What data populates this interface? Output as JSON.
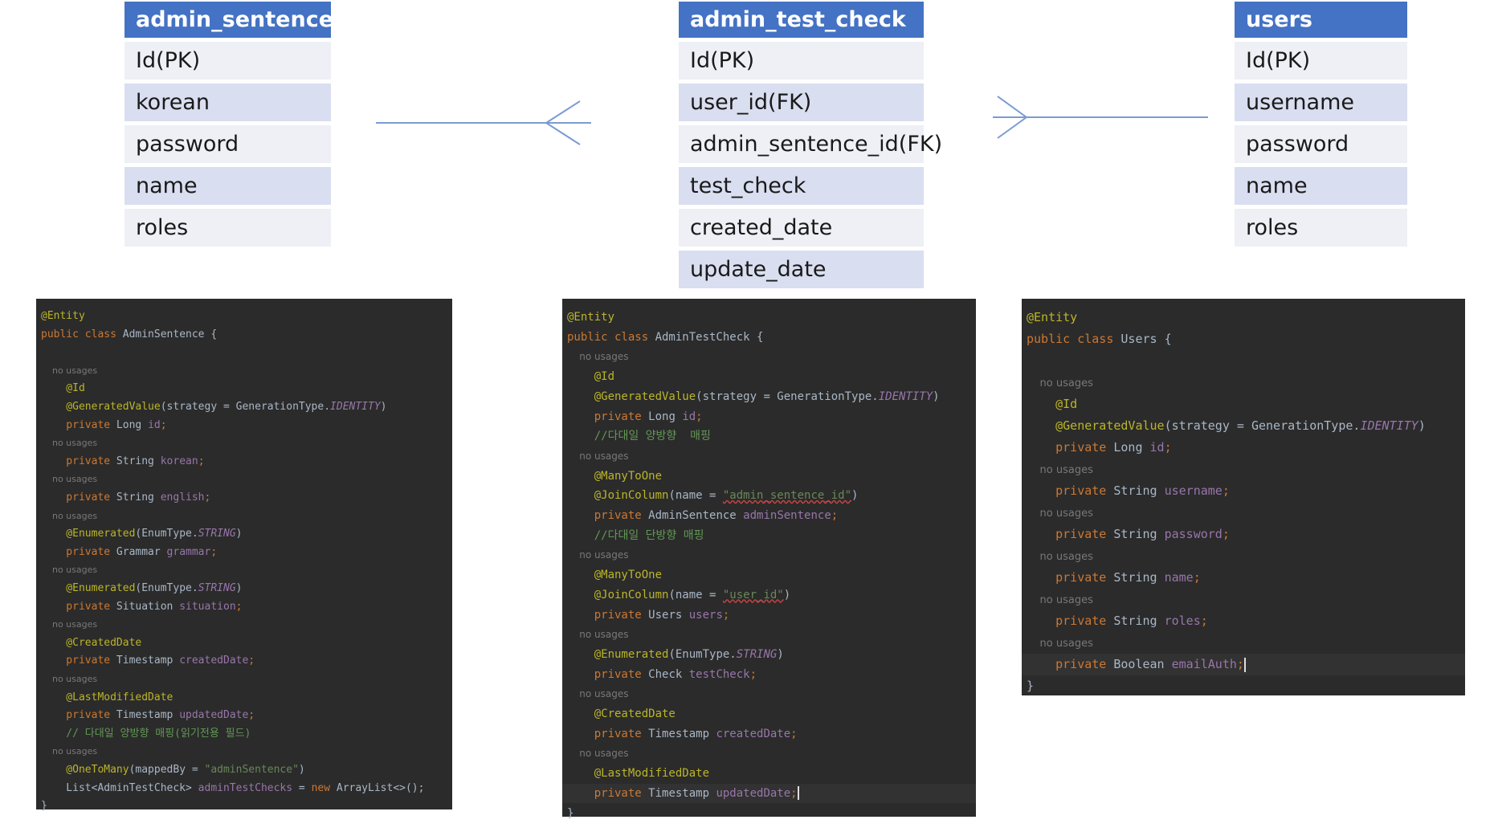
{
  "tables": [
    {
      "id": "admin_sentence",
      "title": "admin_sentence",
      "columns": [
        "Id(PK)",
        "korean",
        "password",
        "name",
        "roles"
      ]
    },
    {
      "id": "admin_test_check",
      "title": "admin_test_check",
      "columns": [
        "Id(PK)",
        "user_id(FK)",
        "admin_sentence_id(FK)",
        "test_check",
        "created_date",
        "update_date"
      ]
    },
    {
      "id": "users",
      "title": "users",
      "columns": [
        "Id(PK)",
        "username",
        "password",
        "name",
        "roles"
      ]
    }
  ],
  "relationships": [
    {
      "from": "admin_test_check",
      "to": "admin_sentence",
      "crow_foot_at": "admin_test_check"
    },
    {
      "from": "admin_test_check",
      "to": "users",
      "crow_foot_at": "admin_test_check"
    }
  ],
  "code_panels": [
    {
      "id": "admin-sentence-code",
      "lines": [
        [
          [
            "@Entity",
            "annotation"
          ]
        ],
        [
          [
            "public class ",
            "keyword"
          ],
          [
            "AdminSentence {",
            "plain"
          ]
        ],
        [],
        [
          [
            "    no usages",
            "hint"
          ]
        ],
        [
          [
            "    @Id",
            "annotation"
          ]
        ],
        [
          [
            "    @GeneratedValue",
            "annotation"
          ],
          [
            "(strategy = GenerationType.",
            "plain"
          ],
          [
            "IDENTITY",
            "italic"
          ],
          [
            ")",
            "plain"
          ]
        ],
        [
          [
            "    private ",
            "keyword"
          ],
          [
            "Long ",
            "plain"
          ],
          [
            "id",
            "field"
          ],
          [
            ";",
            "keyword"
          ]
        ],
        [
          [
            "    no usages",
            "hint"
          ]
        ],
        [
          [
            "    private ",
            "keyword"
          ],
          [
            "String ",
            "plain"
          ],
          [
            "korean",
            "field"
          ],
          [
            ";",
            "keyword"
          ]
        ],
        [
          [
            "    no usages",
            "hint"
          ]
        ],
        [
          [
            "    private ",
            "keyword"
          ],
          [
            "String ",
            "plain"
          ],
          [
            "english",
            "field"
          ],
          [
            ";",
            "keyword"
          ]
        ],
        [
          [
            "    no usages",
            "hint"
          ]
        ],
        [
          [
            "    @Enumerated",
            "annotation"
          ],
          [
            "(EnumType.",
            "plain"
          ],
          [
            "STRING",
            "italic"
          ],
          [
            ")",
            "plain"
          ]
        ],
        [
          [
            "    private ",
            "keyword"
          ],
          [
            "Grammar ",
            "plain"
          ],
          [
            "grammar",
            "field"
          ],
          [
            ";",
            "keyword"
          ]
        ],
        [
          [
            "    no usages",
            "hint"
          ]
        ],
        [
          [
            "    @Enumerated",
            "annotation"
          ],
          [
            "(EnumType.",
            "plain"
          ],
          [
            "STRING",
            "italic"
          ],
          [
            ")",
            "plain"
          ]
        ],
        [
          [
            "    private ",
            "keyword"
          ],
          [
            "Situation ",
            "plain"
          ],
          [
            "situation",
            "field"
          ],
          [
            ";",
            "keyword"
          ]
        ],
        [
          [
            "    no usages",
            "hint"
          ]
        ],
        [
          [
            "    @CreatedDate",
            "annotation"
          ]
        ],
        [
          [
            "    private ",
            "keyword"
          ],
          [
            "Timestamp ",
            "plain"
          ],
          [
            "createdDate",
            "field"
          ],
          [
            ";",
            "keyword"
          ]
        ],
        [
          [
            "    no usages",
            "hint"
          ]
        ],
        [
          [
            "    @LastModifiedDate",
            "annotation"
          ]
        ],
        [
          [
            "    private ",
            "keyword"
          ],
          [
            "Timestamp ",
            "plain"
          ],
          [
            "updatedDate",
            "field"
          ],
          [
            ";",
            "keyword"
          ]
        ],
        [
          [
            "    // 다대일 양방향 매핑(읽기전용 필드)",
            "comment"
          ]
        ],
        [
          [
            "    no usages",
            "hint"
          ]
        ],
        [
          [
            "    @OneToMany",
            "annotation"
          ],
          [
            "(mappedBy = ",
            "plain"
          ],
          [
            "\"adminSentence\"",
            "string"
          ],
          [
            ")",
            "plain"
          ]
        ],
        [
          [
            "    List<AdminTestCheck> ",
            "plain"
          ],
          [
            "adminTestChecks",
            "field"
          ],
          [
            " = ",
            "plain"
          ],
          [
            "new ",
            "keyword"
          ],
          [
            "ArrayList<>();",
            "plain"
          ]
        ],
        [
          [
            "}",
            "plain"
          ]
        ]
      ]
    },
    {
      "id": "admin-test-check-code",
      "lines": [
        [
          [
            "@Entity",
            "annotation"
          ]
        ],
        [
          [
            "public class ",
            "keyword"
          ],
          [
            "AdminTestCheck {",
            "plain"
          ]
        ],
        [
          [
            "    no usages",
            "hint"
          ]
        ],
        [
          [
            "    @Id",
            "annotation"
          ]
        ],
        [
          [
            "    @GeneratedValue",
            "annotation"
          ],
          [
            "(strategy = GenerationType.",
            "plain"
          ],
          [
            "IDENTITY",
            "italic"
          ],
          [
            ")",
            "plain"
          ]
        ],
        [
          [
            "    private ",
            "keyword"
          ],
          [
            "Long ",
            "plain"
          ],
          [
            "id",
            "field"
          ],
          [
            ";",
            "keyword"
          ]
        ],
        [
          [
            "    //다대일 양방향  매핑",
            "comment"
          ]
        ],
        [
          [
            "    no usages",
            "hint"
          ]
        ],
        [
          [
            "    @ManyToOne",
            "annotation"
          ]
        ],
        [
          [
            "    @JoinColumn",
            "annotation"
          ],
          [
            "(name = ",
            "plain"
          ],
          [
            "\"admin_sentence_id\"",
            "string-underline"
          ],
          [
            ")",
            "plain"
          ]
        ],
        [
          [
            "    private ",
            "keyword"
          ],
          [
            "AdminSentence ",
            "plain"
          ],
          [
            "adminSentence",
            "field"
          ],
          [
            ";",
            "keyword"
          ]
        ],
        [
          [
            "    //다대일 단방향 매핑",
            "comment"
          ]
        ],
        [
          [
            "    no usages",
            "hint"
          ]
        ],
        [
          [
            "    @ManyToOne",
            "annotation"
          ]
        ],
        [
          [
            "    @JoinColumn",
            "annotation"
          ],
          [
            "(name = ",
            "plain"
          ],
          [
            "\"user_id\"",
            "string-underline"
          ],
          [
            ")",
            "plain"
          ]
        ],
        [
          [
            "    private ",
            "keyword"
          ],
          [
            "Users ",
            "plain"
          ],
          [
            "users",
            "field"
          ],
          [
            ";",
            "keyword"
          ]
        ],
        [
          [
            "    no usages",
            "hint"
          ]
        ],
        [
          [
            "    @Enumerated",
            "annotation"
          ],
          [
            "(EnumType.",
            "plain"
          ],
          [
            "STRING",
            "italic"
          ],
          [
            ")",
            "plain"
          ]
        ],
        [
          [
            "    private ",
            "keyword"
          ],
          [
            "Check ",
            "plain"
          ],
          [
            "testCheck",
            "field"
          ],
          [
            ";",
            "keyword"
          ]
        ],
        [
          [
            "    no usages",
            "hint"
          ]
        ],
        [
          [
            "    @CreatedDate",
            "annotation"
          ]
        ],
        [
          [
            "    private ",
            "keyword"
          ],
          [
            "Timestamp ",
            "plain"
          ],
          [
            "createdDate",
            "field"
          ],
          [
            ";",
            "keyword"
          ]
        ],
        [
          [
            "    no usages",
            "hint"
          ]
        ],
        [
          [
            "    @LastModifiedDate",
            "annotation"
          ]
        ],
        [
          [
            "    private ",
            "keyword"
          ],
          [
            "Timestamp ",
            "plain"
          ],
          [
            "updatedDate",
            "field"
          ],
          [
            ";",
            "keyword"
          ],
          [
            "|",
            "caret"
          ]
        ],
        [
          [
            "}",
            "plain"
          ]
        ]
      ]
    },
    {
      "id": "users-code",
      "lines": [
        [
          [
            "@Entity",
            "annotation"
          ]
        ],
        [
          [
            "public class ",
            "keyword"
          ],
          [
            "Users {",
            "plain"
          ]
        ],
        [],
        [
          [
            "    no usages",
            "hint"
          ]
        ],
        [
          [
            "    @Id",
            "annotation"
          ]
        ],
        [
          [
            "    @GeneratedValue",
            "annotation"
          ],
          [
            "(strategy = GenerationType.",
            "plain"
          ],
          [
            "IDENTITY",
            "italic"
          ],
          [
            ")",
            "plain"
          ]
        ],
        [
          [
            "    private ",
            "keyword"
          ],
          [
            "Long ",
            "plain"
          ],
          [
            "id",
            "field"
          ],
          [
            ";",
            "keyword"
          ]
        ],
        [
          [
            "    no usages",
            "hint"
          ]
        ],
        [
          [
            "    private ",
            "keyword"
          ],
          [
            "String ",
            "plain"
          ],
          [
            "username",
            "field"
          ],
          [
            ";",
            "keyword"
          ]
        ],
        [
          [
            "    no usages",
            "hint"
          ]
        ],
        [
          [
            "    private ",
            "keyword"
          ],
          [
            "String ",
            "plain"
          ],
          [
            "password",
            "field"
          ],
          [
            ";",
            "keyword"
          ]
        ],
        [
          [
            "    no usages",
            "hint"
          ]
        ],
        [
          [
            "    private ",
            "keyword"
          ],
          [
            "String ",
            "plain"
          ],
          [
            "name",
            "field"
          ],
          [
            ";",
            "keyword"
          ]
        ],
        [
          [
            "    no usages",
            "hint"
          ]
        ],
        [
          [
            "    private ",
            "keyword"
          ],
          [
            "String ",
            "plain"
          ],
          [
            "roles",
            "field"
          ],
          [
            ";",
            "keyword"
          ]
        ],
        [
          [
            "    no usages",
            "hint"
          ]
        ],
        [
          [
            "    private ",
            "keyword"
          ],
          [
            "Boolean ",
            "plain"
          ],
          [
            "emailAuth",
            "field"
          ],
          [
            ";",
            "keyword"
          ],
          [
            "|",
            "caret"
          ]
        ],
        [
          [
            "}",
            "plain"
          ]
        ]
      ]
    }
  ]
}
